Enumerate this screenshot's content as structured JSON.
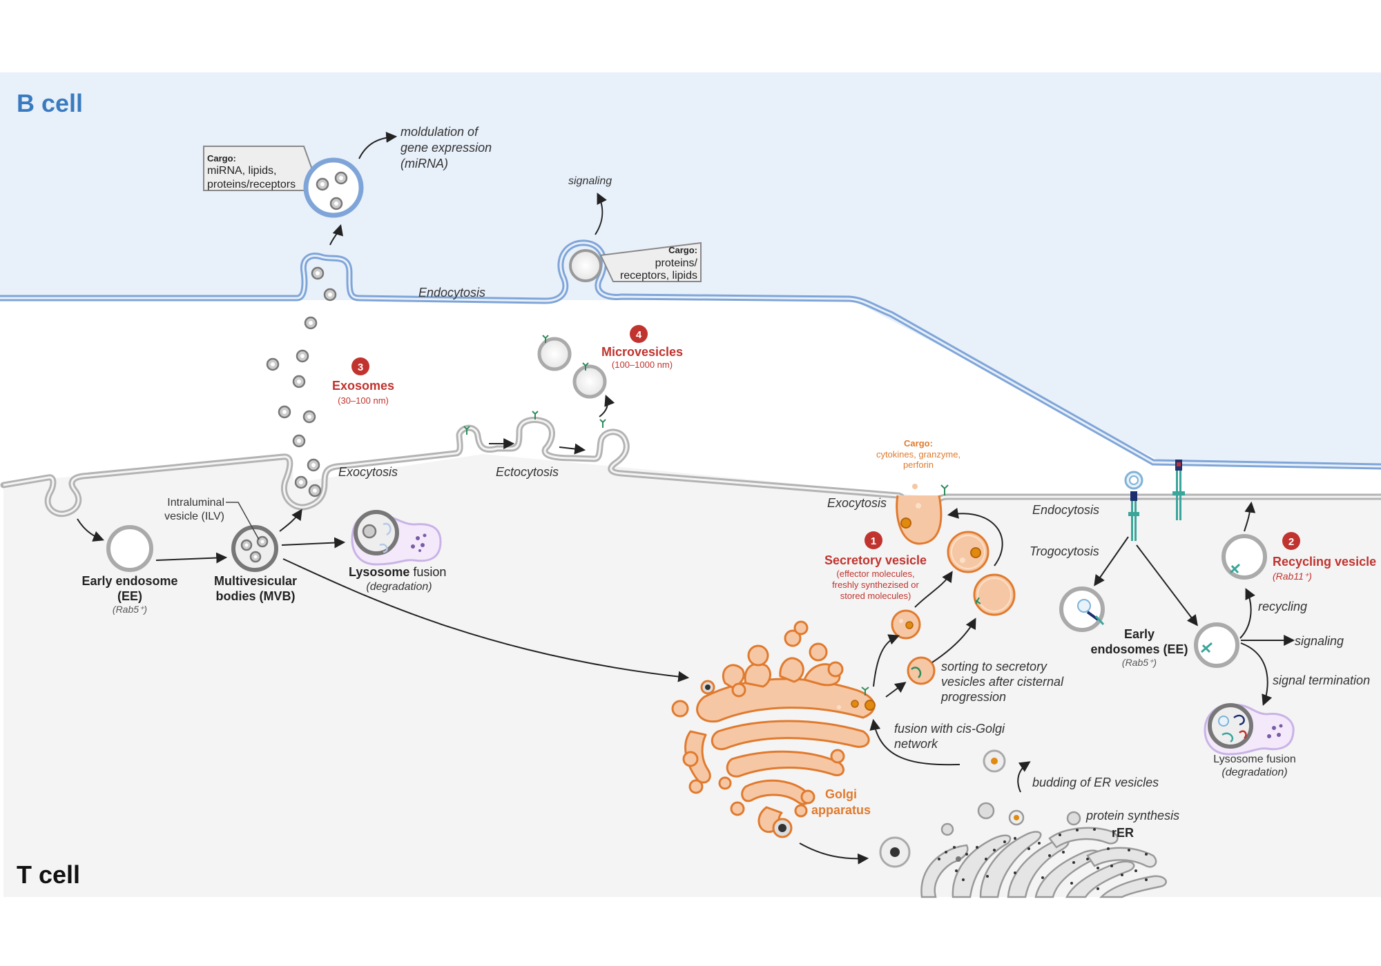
{
  "cells": {
    "b_cell": "B cell",
    "t_cell": "T cell"
  },
  "b_cell_labels": {
    "cargo_title": "Cargo:",
    "cargo_lines": [
      "miRNA, lipids,",
      "proteins/receptors"
    ],
    "modulation": [
      "moldulation of",
      "gene expression",
      "(miRNA)"
    ],
    "signaling": "signaling",
    "cargo2_title": "Cargo:",
    "cargo2_lines": [
      "proteins/",
      "receptors, lipids"
    ],
    "endocytosis": "Endocytosis"
  },
  "pathways": {
    "exosomes": {
      "num": "3",
      "title": "Exosomes",
      "size": "(30–100 nm)"
    },
    "microvesicles": {
      "num": "4",
      "title": "Microvesicles",
      "size": "(100–1000 nm)"
    },
    "secretory": {
      "num": "1",
      "title": "Secretory vesicle",
      "desc": [
        "(effector molecules,",
        "freshly synthezised or",
        "stored molecules)"
      ]
    },
    "recycling": {
      "num": "2",
      "title": "Recycling vesicle",
      "sub": "(Rab11⁺)"
    }
  },
  "t_cell_labels": {
    "exocytosis_left": "Exocytosis",
    "ectocytosis": "Ectocytosis",
    "exocytosis_right": "Exocytosis",
    "endocytosis_right": "Endocytosis",
    "trogocytosis": "Trogocytosis",
    "ilv": [
      "Intraluminal",
      "vesicle (ILV)"
    ],
    "early_endosome": [
      "Early endosome",
      "(EE)"
    ],
    "early_endosome_sub": "(Rab5⁺)",
    "mvb": [
      "Multivesicular",
      "bodies (MVB)"
    ],
    "lysosome_left_b": "Lysosome",
    "lysosome_left_n": " fusion",
    "lysosome_left_sub": "(degradation)",
    "cargo_secretory_title": "Cargo:",
    "cargo_secretory_lines": [
      "cytokines, granzyme,",
      "perforin"
    ],
    "sorting": [
      "sorting to secretory",
      "vesicles after cisternal",
      "progression"
    ],
    "fusion_cis": [
      "fusion with cis-Golgi",
      "network"
    ],
    "budding": "budding of ER vesicles",
    "protein_synthesis": "protein synthesis",
    "rer": "rER",
    "golgi": [
      "Golgi",
      "apparatus"
    ],
    "early_endosomes_right": [
      "Early",
      "endosomes (EE)"
    ],
    "early_endosomes_right_sub": "(Rab5⁺)",
    "recycling": "recycling",
    "signaling": "signaling",
    "signal_termination": "signal termination",
    "lysosome_right": "Lysosome fusion",
    "lysosome_right_sub": "(degradation)"
  },
  "colors": {
    "b_cell_bg": "#e8f0fa",
    "t_cell_bg": "#f5f5f5",
    "membrane_b": "#7fa5d8",
    "membrane_t": "#b3b3b3",
    "golgi_fill": "#f6c7a4",
    "golgi_stroke": "#e07a2e",
    "accent_red": "#c0332e"
  }
}
